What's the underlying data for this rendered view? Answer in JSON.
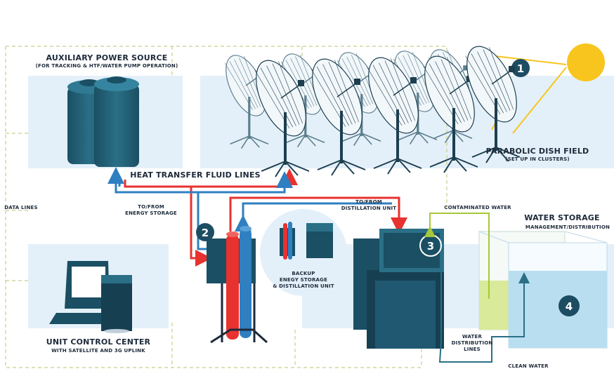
{
  "components": {
    "auxiliary_power": {
      "title": "AUXILIARY POWER SOURCE",
      "subtitle": "(FOR TRACKING & HTF/WATER PUMP OPERATION)"
    },
    "dish_field": {
      "number": "1",
      "title": "PARABOLIC DISH FIELD",
      "subtitle": "(SET UP IN CLUSTERS)"
    },
    "energy_storage": {
      "number": "2"
    },
    "distillation": {
      "number": "3"
    },
    "water_storage": {
      "number": "4",
      "title": "WATER STORAGE",
      "subtitle": "MANAGEMENT/DISTRIBUTION"
    },
    "backup": {
      "line1": "BACKUP",
      "line2": "ENEGY STORAGE",
      "line3": "& DISTILLATION UNIT"
    },
    "control_center": {
      "title": "UNIT CONTROL CENTER",
      "subtitle": "WITH SATELLITE AND 3G UPLINK"
    }
  },
  "labels": {
    "heat_transfer": "HEAT TRANSFER FLUID LINES",
    "to_energy_1": "TO/FROM",
    "to_energy_2": "ENERGY STORAGE",
    "to_distill_1": "TO/FROM",
    "to_distill_2": "DISTILLATION UNIT",
    "contaminated": "CONTAMINATED WATER",
    "data_lines": "DATA LINES",
    "water_dist_1": "WATER",
    "water_dist_2": "DISTRIBUTION",
    "water_dist_3": "LINES",
    "clean_water": "CLEAN WATER"
  },
  "colors": {
    "teal_dark": "#1b4f63",
    "teal": "#2a6f86",
    "panel_bg": "#e4f0f9",
    "hot_line": "#e8322f",
    "cold_line": "#2f7fc1",
    "contaminated": "#a6c83a",
    "sun": "#f7c51d",
    "dash_frame": "#c9cf8a"
  }
}
